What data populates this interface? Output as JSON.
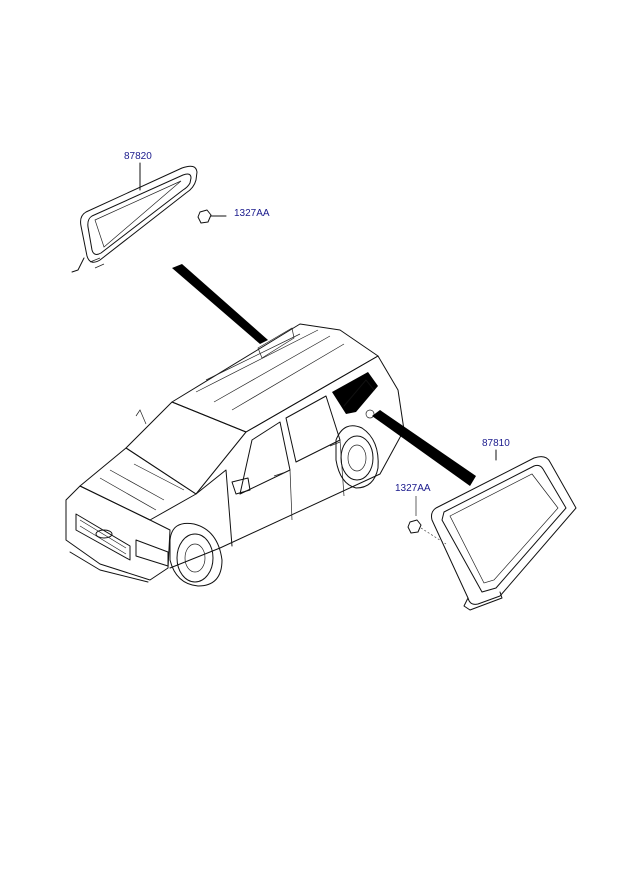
{
  "parts": {
    "upper_glass": {
      "part_no": "87820"
    },
    "upper_fastener": {
      "part_no": "1327AA"
    },
    "lower_glass": {
      "part_no": "87810"
    },
    "lower_fastener": {
      "part_no": "1327AA"
    }
  },
  "colors": {
    "label": "#1a1a8c",
    "line": "#111111",
    "background": "#ffffff"
  }
}
